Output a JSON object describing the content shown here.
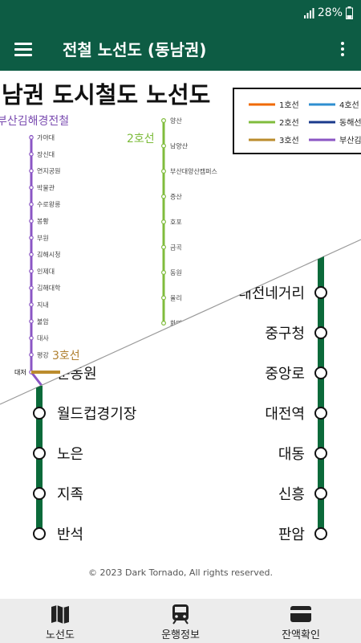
{
  "status_bar": {
    "battery": "28%"
  },
  "toolbar": {
    "title": "전철 노선도 (동남권)",
    "menu_icon": "hamburger-menu-icon",
    "more_icon": "more-vert-icon"
  },
  "map": {
    "title": "남권 도시철도 노선도",
    "labels": {
      "line_busan_gimhae": "부산김해경전철",
      "line_2": "2호선",
      "line_3": "3호선"
    },
    "legend": [
      {
        "label": "1호선",
        "color": "#f06a00"
      },
      {
        "label": "4호선",
        "color": "#2f8fd0"
      },
      {
        "label": "2호선",
        "color": "#80bc3d"
      },
      {
        "label": "동해선",
        "color": "#1a3a8c"
      },
      {
        "label": "3호선",
        "color": "#bb8c2d"
      },
      {
        "label": "부산김해",
        "color": "#8b56c4"
      }
    ],
    "gimhae_stations": [
      "가야대",
      "장신대",
      "연지공원",
      "박물관",
      "수로왕릉",
      "봉황",
      "부원",
      "김해시청",
      "인제대",
      "김해대학",
      "지내",
      "불암",
      "대사",
      "평강",
      "대저"
    ],
    "line2_stations": [
      "양산",
      "남양산",
      "부산대양산캠퍼스",
      "증산",
      "호포",
      "금곡",
      "동원",
      "율리",
      "화명"
    ],
    "zoom_left_stations": [
      "종합운동장",
      "월드컵경기장",
      "노은",
      "지족",
      "반석"
    ],
    "zoom_left_partial": "운동원",
    "zoom_right_stations": [
      "서대전네거리",
      "중구청",
      "중앙로",
      "대전역",
      "대동",
      "신흥",
      "판암"
    ],
    "zoom_right_partial": "대전네거리",
    "copyright": "© 2023 Dark Tornado, All rights reserved.",
    "colors": {
      "zoom_line": "#0b6a3a"
    }
  },
  "bottom_nav": [
    {
      "label": "노선도",
      "icon": "map-icon"
    },
    {
      "label": "운행정보",
      "icon": "train-icon"
    },
    {
      "label": "잔액확인",
      "icon": "card-icon"
    }
  ]
}
